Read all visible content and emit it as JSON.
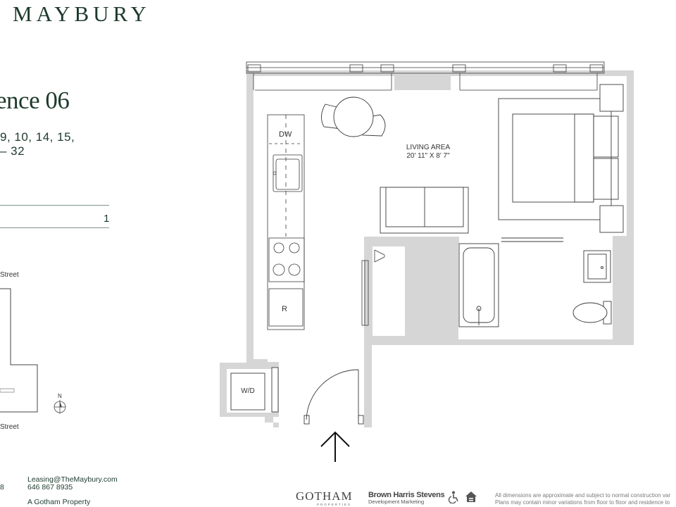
{
  "header": {
    "brand": "MAYBURY"
  },
  "residence": {
    "title": "ence 06",
    "floors_line1": "9, 10, 14, 15,",
    "floors_line2": "– 32",
    "row_value": "1"
  },
  "site_map": {
    "street_top": "Street",
    "street_bottom": "Street",
    "compass": "N"
  },
  "floorplan": {
    "living_area_label": "LIVING AREA",
    "living_area_dims": "20' 11\" X 8' 7\"",
    "dishwasher": "DW",
    "refrigerator": "R",
    "washer_dryer": "W/D"
  },
  "footer": {
    "left_fragment": "8",
    "email": "Leasing@TheMaybury.com",
    "phone": "646 867 8935",
    "property": "A Gotham Property",
    "gotham": "GOTHAM",
    "gotham_sub": "PROPERTIES",
    "bhs": "Brown Harris Stevens",
    "bhs_sub": "Development Marketing",
    "disclaimer_line1": "All dimensions are approximate and subject to normal construction var",
    "disclaimer_line2": "Plans may contain minor variations from floor to floor and residence to"
  },
  "colors": {
    "brand_green": "#1d3a2c",
    "wall_gray": "#d6d6d6",
    "line": "#3a3a3a"
  }
}
